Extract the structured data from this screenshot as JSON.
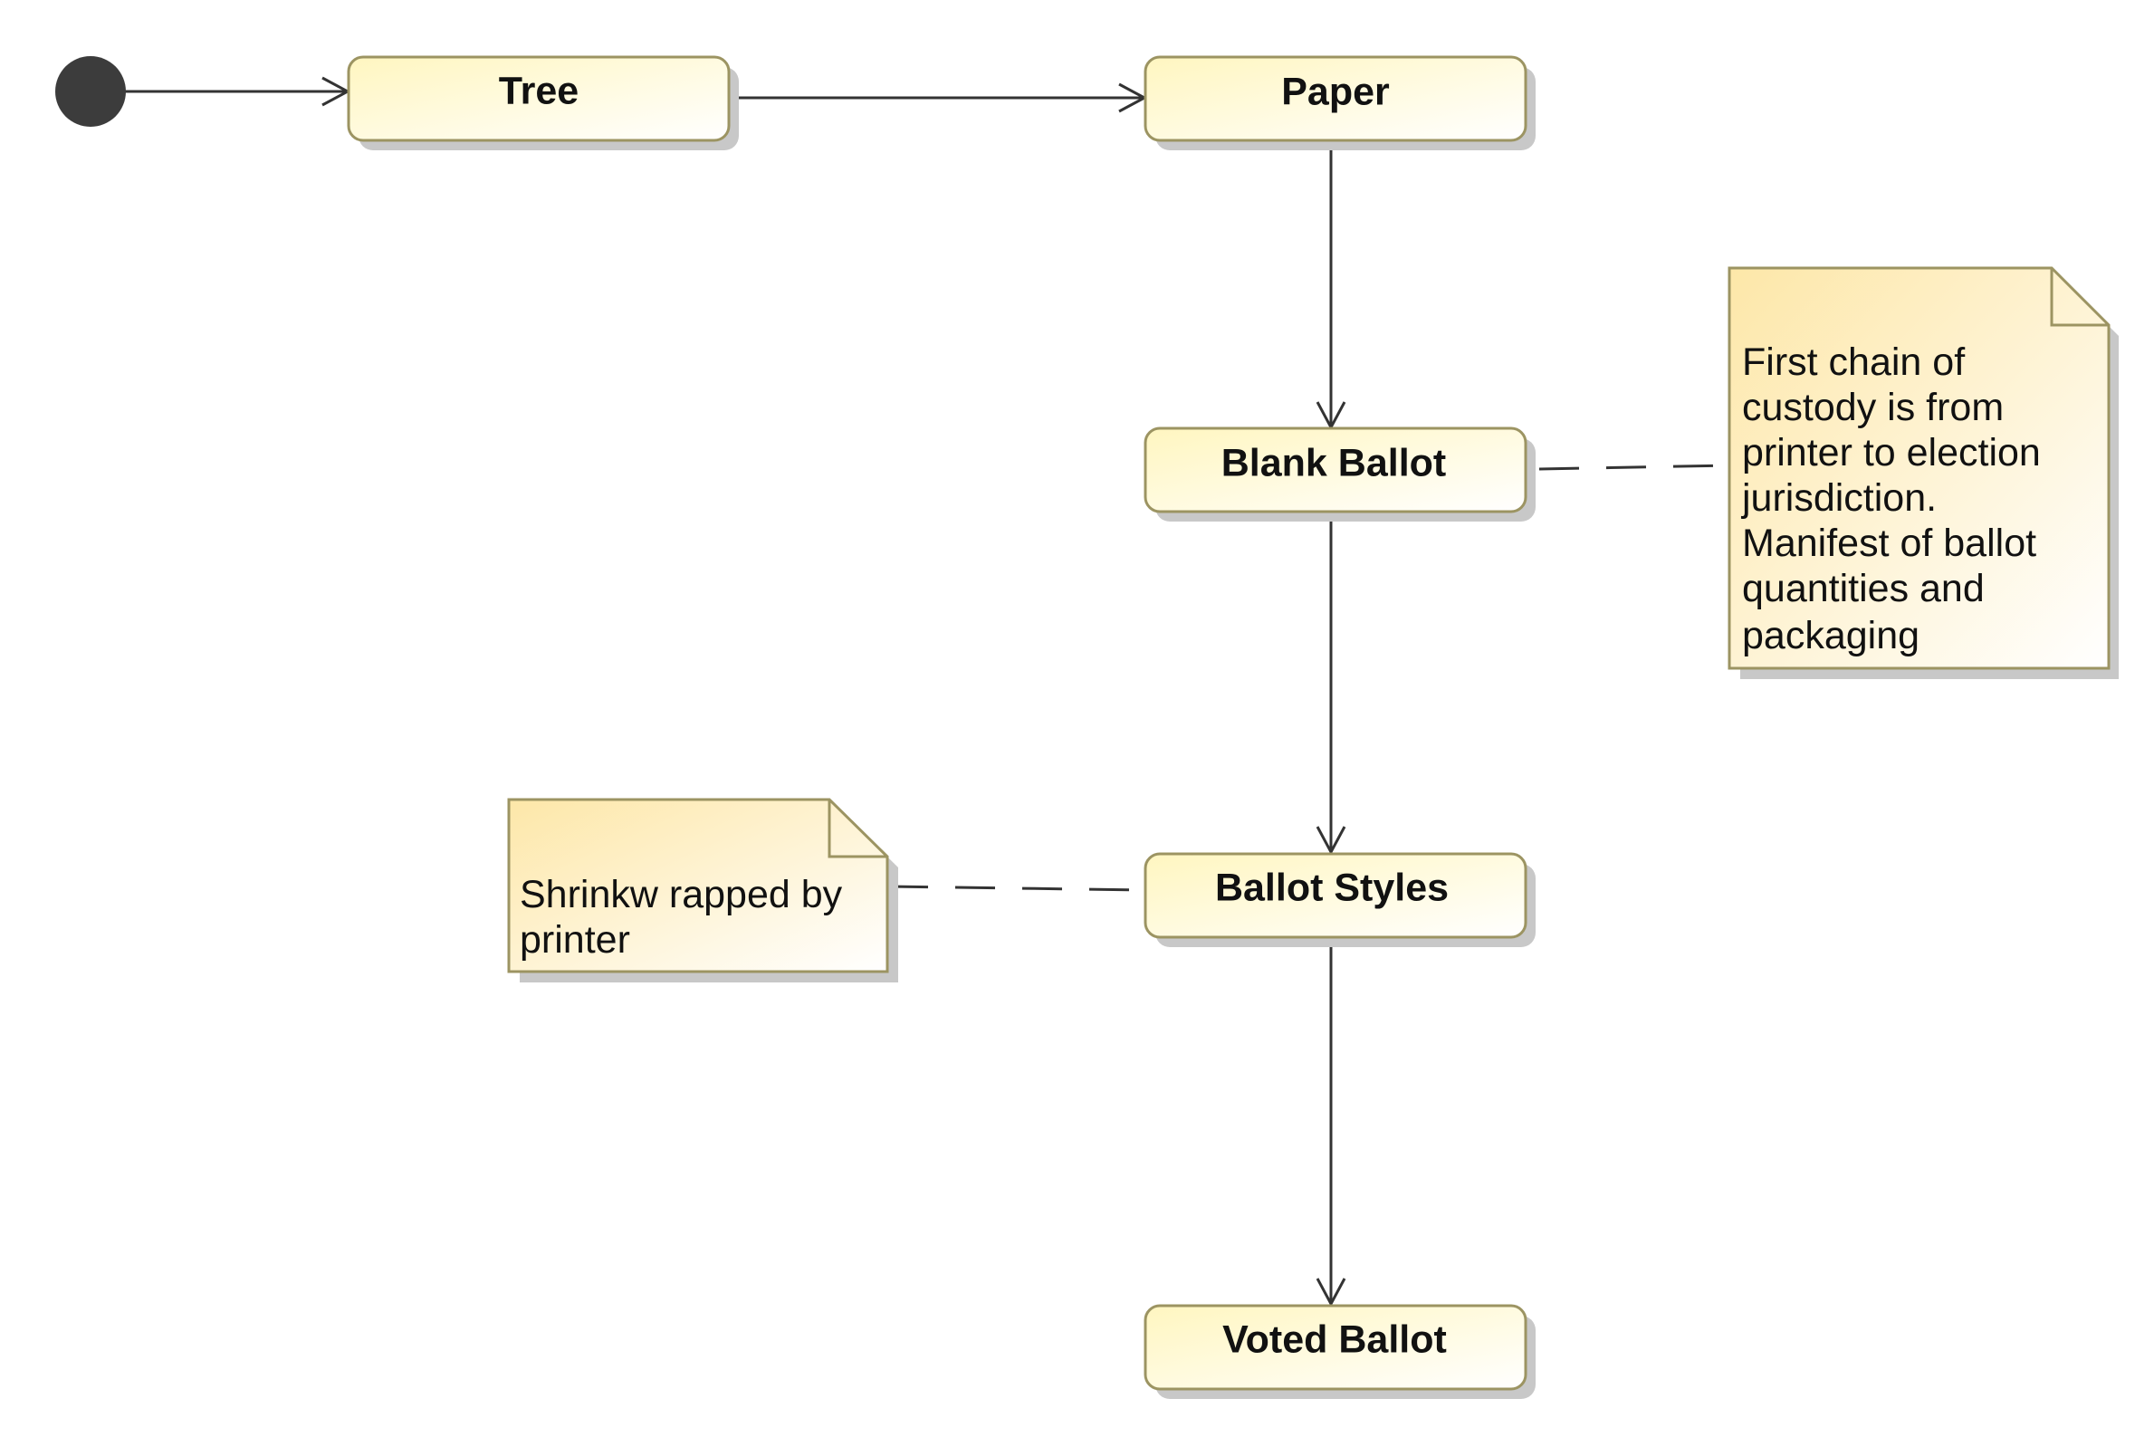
{
  "diagram": {
    "type": "state-machine",
    "colors": {
      "state_fill_start": "#fff8c8",
      "state_fill_end": "#ffffff",
      "state_border": "#9c9462",
      "note_fill_start": "#fde9b0",
      "note_fill_end": "#ffffff",
      "shadow": "#c7c7c7",
      "line": "#333333",
      "initial_node": "#3c3c3c"
    },
    "states": {
      "tree": "Tree",
      "paper": "Paper",
      "blank_ballot": "Blank Ballot",
      "ballot_styles": "Ballot Styles",
      "voted_ballot": "Voted Ballot"
    },
    "notes": {
      "custody": [
        "First chain of",
        "custody is from",
        "printer to election",
        "jurisdiction.",
        "Manifest of ballot",
        "quantities and",
        "packaging"
      ],
      "shrinkwrap": [
        "Shrinkw rapped by",
        "printer"
      ]
    },
    "transitions": [
      {
        "from": "initial",
        "to": "Tree"
      },
      {
        "from": "Tree",
        "to": "Paper"
      },
      {
        "from": "Paper",
        "to": "Blank Ballot"
      },
      {
        "from": "Blank Ballot",
        "to": "Ballot Styles"
      },
      {
        "from": "Ballot Styles",
        "to": "Voted Ballot"
      }
    ],
    "note_links": [
      {
        "note": "custody",
        "state": "Blank Ballot"
      },
      {
        "note": "shrinkwrap",
        "state": "Ballot Styles"
      }
    ]
  }
}
